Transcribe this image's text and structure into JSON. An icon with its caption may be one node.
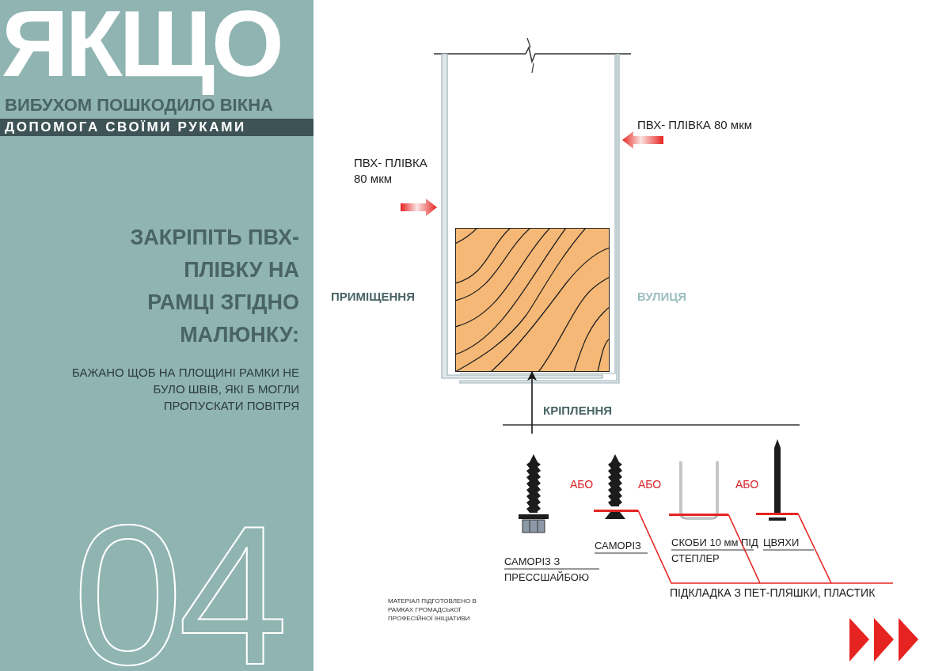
{
  "diagram": {
    "title": "ЯКЩО",
    "nodes": [
      {
        "text": [],
        "shape": "picture"
      },
      {
        "text": [
          "ПІДКЛАДКА З ПЕТ-ПЛЯШКИ, ПЛАСТИК"
        ]
      },
      {
        "text": [],
        "shape": "bar"
      },
      {
        "text": [],
        "shape": "bar"
      },
      {
        "text": [],
        "shape": "bar"
      }
    ],
    "edges": [
      {
        "from": null,
        "to": 0,
        "arrow": "to",
        "color": "#1a1a1a"
      },
      {
        "from": 1,
        "to": 2,
        "arrow": "none",
        "color": "#e52421"
      },
      {
        "from": 1,
        "to": 3,
        "arrow": "none",
        "color": "#e52421"
      },
      {
        "from": 1,
        "to": 4,
        "arrow": "none",
        "color": "#e52421"
      }
    ],
    "labels": [
      "ВИБУХОМ ПОШКОДИЛО ВІКНА",
      "ДОПОМОГА СВОЇМИ РУКАМИ",
      "ЗАКРІПІТЬ ПВХ-ПЛІВКУ НА РАМЦІ ЗГІДНО МАЛЮНКУ:",
      "БАЖАНО ЩОБ НА ПЛОЩИНІ РАМКИ НЕ БУЛО ШВІВ, ЯКІ Б МОГЛИ ПРОПУСКАТИ ПОВІТРЯ",
      "04",
      "ПВХ- ПЛІВКА 80 мкм",
      "ПВХ- ПЛІВКА 80 мкм",
      "ПРИМІЩЕННЯ",
      "ВУЛИЦЯ",
      "КРІПЛЕННЯ",
      "АБО",
      "АБО",
      "АБО",
      "САМОРІЗ З ПРЕССШАЙБОЮ",
      "САМОРІЗ",
      "СКОБИ 10 мм ПІД СТЕПЛЕР",
      "ЦВЯХИ",
      "МАТЕРІАЛ ПІДГОТОВЛЕНО В РАМКАХ ГРОМАДСЬКОЇ ПРОФЕСІЙНОЇ ІНІЦІАТИВИ"
    ]
  }
}
